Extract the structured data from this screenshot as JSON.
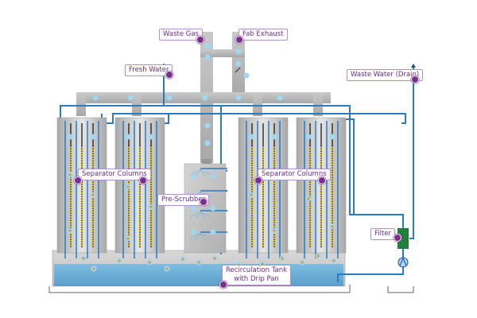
{
  "title": "Wet scrubber system diagram",
  "labels": {
    "waste_gas": "Waste Gas",
    "fab_exhaust": "Fab Exhaust",
    "fresh_water": "Fresh Water",
    "waste_water": "Waste Water (Drain)",
    "separator_left": "Separator Columns",
    "separator_right": "Separator Columns",
    "pre_scrubber": "Pre-Scrubber",
    "filter": "Filter",
    "tank_line1": "Recirculation Tank",
    "tank_line2": "with Drip Pan"
  },
  "colors": {
    "water_pipe": "#2a7bc0",
    "gas_duct": "#b8b8b8",
    "column_body": "#c8c8c8",
    "tank_water": "#6aaed6",
    "label_text": "#6b2d8a",
    "label_dot": "#7a2f8f",
    "filter": "#1f7a3a",
    "flow_bubble": "#9fd8f0",
    "particle": "#e89020",
    "coil": "#e8d020"
  },
  "components": {
    "separator_column_count": 4,
    "pre_scrubber_stages": 4
  }
}
